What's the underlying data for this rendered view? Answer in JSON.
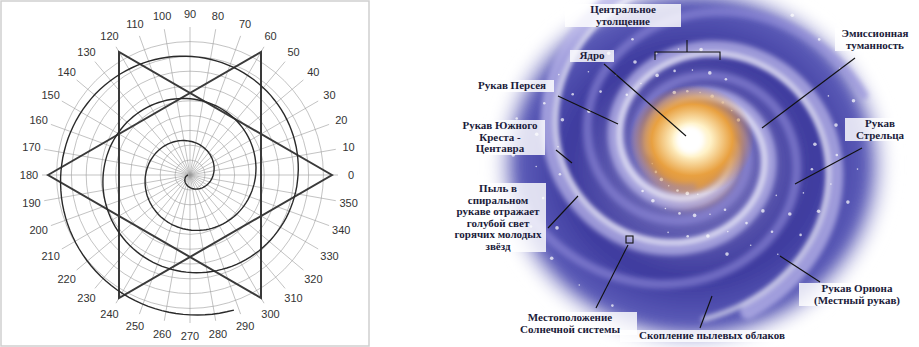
{
  "diagram": {
    "labels": [
      "0",
      "10",
      "20",
      "30",
      "40",
      "50",
      "60",
      "70",
      "80",
      "90",
      "100",
      "110",
      "120",
      "130",
      "140",
      "150",
      "160",
      "170",
      "180",
      "190",
      "200",
      "210",
      "220",
      "230",
      "240",
      "250",
      "260",
      "270",
      "280",
      "290",
      "300",
      "310",
      "320",
      "330",
      "340",
      "350",
      "Центральное утолщение",
      "Ядро",
      "Эмиссионная туманность",
      "Рукав Персея",
      "Рукав Стрельца",
      "Рукав Южного Креста - Центавра",
      "Пыль в спиральном рукаве отражает голубой свет горячих молодых звёзд",
      "Рукав Ориона (Местный рукав)",
      "Местоположение Солнечной системы",
      "Скопление пылевых облаков"
    ]
  }
}
